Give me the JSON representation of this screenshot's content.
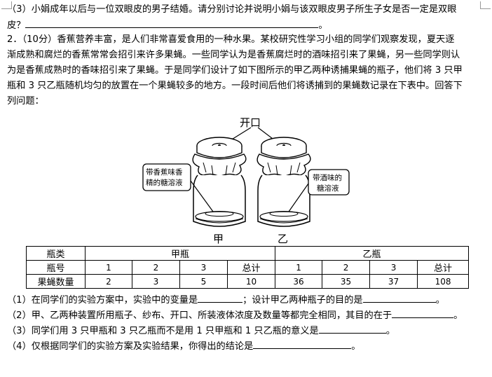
{
  "page": {
    "q3_prev": {
      "line1": "（3）小娟成年以后与一位双眼皮的男子结婚。请分别讨论并说明小娟与该双眼皮男子所生子女是否一定是双眼",
      "line2_start": "皮？",
      "line2_end": "。"
    },
    "q2_intro": {
      "line1": "2．（10分）香蕉营养丰富，是人们非常喜爱食用的一种水果。某校研究性学习小组的同学们观察发现，夏天逐",
      "line2": "渐成熟和腐烂的香蕉常常会招引来许多果蝇。一些同学认为是香蕉腐烂时的酒味招引来了果蝇，另一些同学则认",
      "line3": "为是香蕉成熟时的香味招引来了果蝇。于是同学们设计了如下图所示的甲乙两种诱捕果蝇的瓶子，他们将 3 只甲",
      "line4": "瓶和 3 只乙瓶随机均匀的放置在一个果蝇较多的地方。一段时间后他们将诱捕到的果蝇数记录在下表中。回答下",
      "line5": "列问题："
    },
    "figure": {
      "opening_label": "开口",
      "jar_a_tag_line1": "带香蕉味香",
      "jar_a_tag_line2": "精的糖溶液",
      "jar_b_tag_line1": "带酒味的",
      "jar_b_tag_line2": "糖溶液",
      "jar_a_label": "甲",
      "jar_b_label": "乙"
    },
    "table": {
      "row1": {
        "header": "瓶类",
        "group_a": "甲瓶",
        "group_b": "乙瓶"
      },
      "row2": {
        "header": "瓶号",
        "cells": [
          "1",
          "2",
          "3",
          "总计",
          "1",
          "2",
          "3",
          "总计"
        ]
      },
      "row3": {
        "header": "果蝇数量",
        "cells": [
          "2",
          "3",
          "5",
          "10",
          "36",
          "35",
          "37",
          "108"
        ]
      }
    },
    "questions": {
      "q1_a": "（1）在同学们的实验方案中，实验中的变量是",
      "q1_b": "；设计甲乙两种瓶子的目的是",
      "q1_end": "。",
      "q2": "（2）甲、乙两种装置所用瓶子、纱布、开口、所装液体浓度及数量等都完全相同，其目的在于",
      "q2_end": "。",
      "q3": "（3）同学们用 3 只甲瓶和 3 只乙瓶而不是用 1 只甲瓶和 1 只乙瓶的意义是",
      "q3_end": "。",
      "q4": "（4）仅根据同学们的实验方案及实验结果，你得出的结论是",
      "q4_end": "。"
    }
  }
}
